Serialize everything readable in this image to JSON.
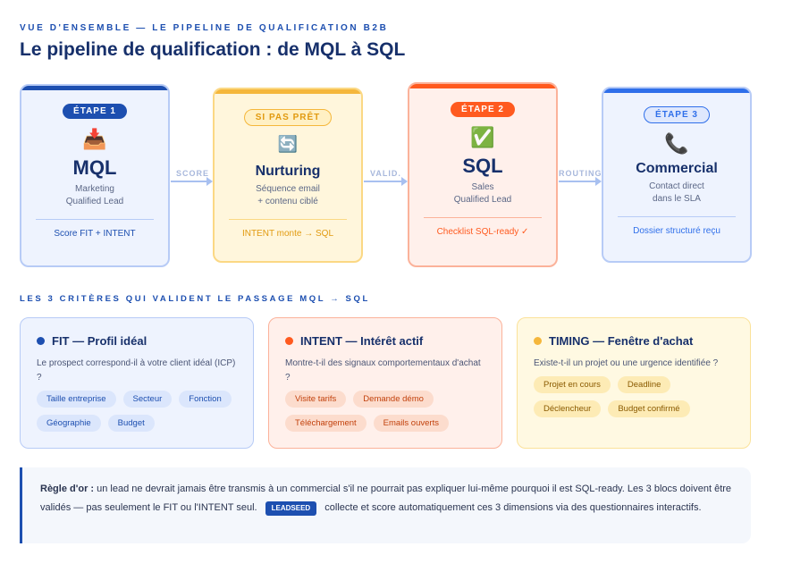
{
  "header": {
    "eyebrow": "VUE D'ENSEMBLE — LE PIPELINE DE QUALIFICATION B2B",
    "title": "Le pipeline de qualification : de MQL à SQL"
  },
  "stages": [
    {
      "badge": "ÉTAPE 1",
      "icon": "📥",
      "name": "MQL",
      "sub1": "Marketing",
      "sub2": "Qualified Lead",
      "footer": "Score FIT + INTENT"
    },
    {
      "badge": "SI PAS PRÊT",
      "icon": "🔄",
      "name": "Nurturing",
      "sub1": "Séquence email",
      "sub2": "+ contenu ciblé",
      "footer": "INTENT monte → SQL"
    },
    {
      "badge": "ÉTAPE 2",
      "icon": "✅",
      "name": "SQL",
      "sub1": "Sales",
      "sub2": "Qualified Lead",
      "footer": "Checklist SQL-ready ✓"
    },
    {
      "badge": "ÉTAPE 3",
      "icon": "📞",
      "name": "Commercial",
      "sub1": "Contact direct",
      "sub2": "dans le SLA",
      "footer": "Dossier structuré reçu"
    }
  ],
  "arrows": [
    "SCORE",
    "VALID.",
    "ROUTING"
  ],
  "criteria_title": "LES 3 CRITÈRES QUI VALIDENT LE PASSAGE MQL → SQL",
  "criteria": [
    {
      "title": "FIT — Profil idéal",
      "question": "Le prospect correspond-il à votre client idéal (ICP) ?",
      "tags": [
        "Taille entreprise",
        "Secteur",
        "Fonction",
        "Géographie",
        "Budget"
      ]
    },
    {
      "title": "INTENT — Intérêt actif",
      "question": "Montre-t-il des signaux comportementaux d'achat ?",
      "tags": [
        "Visite tarifs",
        "Demande démo",
        "Téléchargement",
        "Emails ouverts"
      ]
    },
    {
      "title": "TIMING — Fenêtre d'achat",
      "question": "Existe-t-il un projet ou une urgence identifiée ?",
      "tags": [
        "Projet en cours",
        "Deadline",
        "Déclencheur",
        "Budget confirmé"
      ]
    }
  ],
  "rule": {
    "label": "Règle d'or :",
    "text1": " un lead ne devrait jamais être transmis à un commercial s'il ne pourrait pas expliquer lui-même pourquoi il est SQL-ready. Les 3 blocs doivent être validés — pas seulement le FIT ou l'INTENT seul.",
    "brand": "LEADSEED",
    "text2": "collecte et score automatiquement ces 3 dimensions via des questionnaires interactifs."
  },
  "colors": {
    "blue": "#1d4fb0",
    "yellow": "#f5b73b",
    "orange": "#ff5a1f",
    "lightblue": "#2f6fea"
  }
}
